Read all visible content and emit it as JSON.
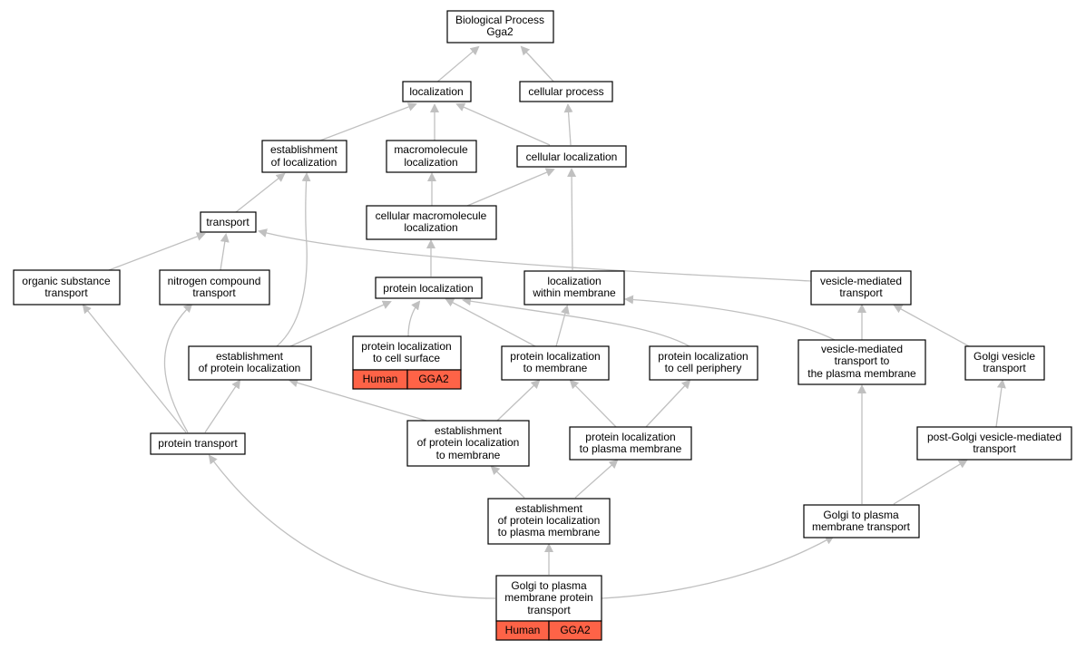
{
  "colors": {
    "highlight": "#fe6347",
    "edge": "#c0c0c0",
    "border": "#000000",
    "background": "#ffffff"
  },
  "nodes": {
    "bp": [
      "Biological Process",
      "Gga2"
    ],
    "loc": [
      "localization"
    ],
    "cp": [
      "cellular process"
    ],
    "eol": [
      "establishment",
      "of localization"
    ],
    "ml": [
      "macromolecule",
      "localization"
    ],
    "cl": [
      "cellular localization"
    ],
    "tr": [
      "transport"
    ],
    "cml": [
      "cellular macromolecule",
      "localization"
    ],
    "ost": [
      "organic substance",
      "transport"
    ],
    "nct": [
      "nitrogen compound",
      "transport"
    ],
    "pl": [
      "protein localization"
    ],
    "lwm": [
      "localization",
      "within membrane"
    ],
    "vmt": [
      "vesicle-mediated",
      "transport"
    ],
    "epl": [
      "establishment",
      "of protein localization"
    ],
    "plcs": [
      "protein localization",
      "to cell surface"
    ],
    "pltm": [
      "protein localization",
      "to membrane"
    ],
    "plcp": [
      "protein localization",
      "to cell periphery"
    ],
    "vmtpm": [
      "vesicle-mediated",
      "transport to",
      "the plasma membrane"
    ],
    "gvt": [
      "Golgi vesicle",
      "transport"
    ],
    "pt": [
      "protein transport"
    ],
    "epltm": [
      "establishment",
      "of protein localization",
      "to membrane"
    ],
    "pltpm": [
      "protein localization",
      "to plasma membrane"
    ],
    "pgvmt": [
      "post-Golgi vesicle-mediated",
      "transport"
    ],
    "epltpm": [
      "establishment",
      "of protein localization",
      "to plasma membrane"
    ],
    "gtpmt": [
      "Golgi to plasma",
      "membrane transport"
    ],
    "gtpmpt": [
      "Golgi to plasma",
      "membrane protein",
      "transport"
    ]
  },
  "annotations": {
    "plcs": [
      "Human",
      "GGA2"
    ],
    "gtpmpt": [
      "Human",
      "GGA2"
    ]
  }
}
